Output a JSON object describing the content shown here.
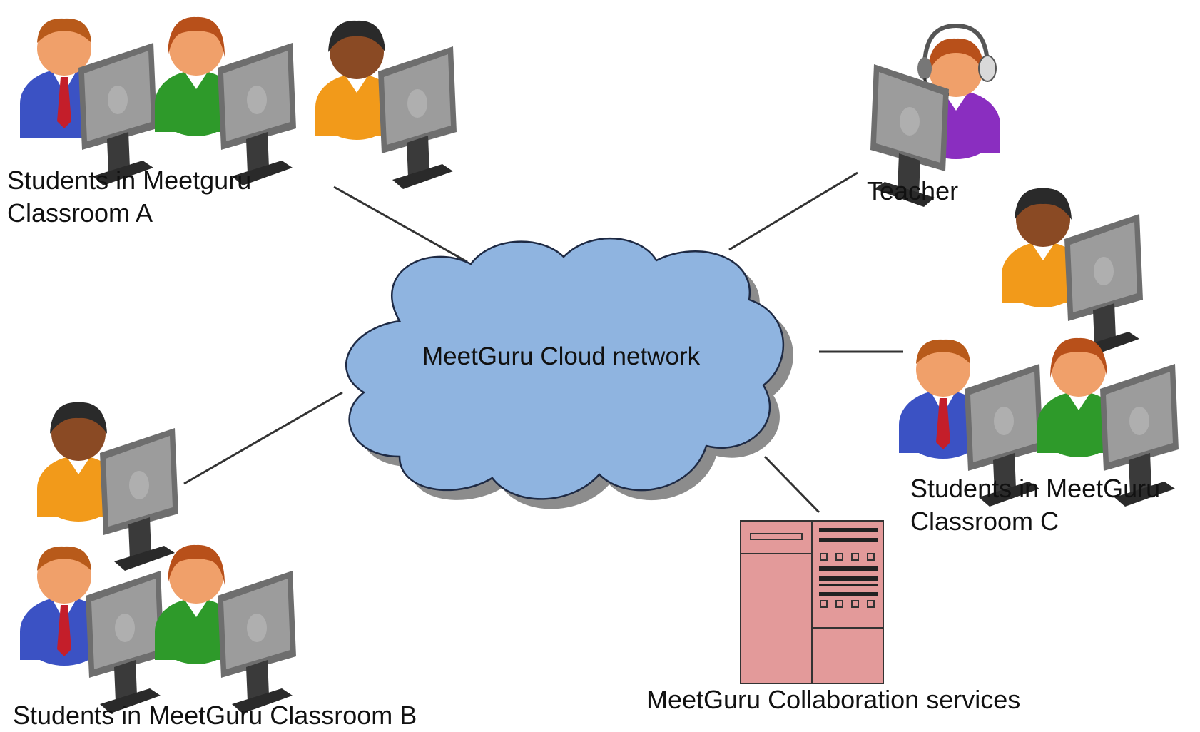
{
  "labels": {
    "classroom_a": [
      "Students in Meetguru",
      "Classroom A"
    ],
    "classroom_b": "Students in MeetGuru Classroom B",
    "classroom_c": [
      "Students in MeetGuru",
      "Classroom C"
    ],
    "teacher": "Teacher",
    "cloud": "MeetGuru Cloud network",
    "services": "MeetGuru Collaboration services"
  },
  "colors": {
    "cloud_fill": "#8fb4e0",
    "cloud_shadow": "#8c8c8c",
    "server_fill": "#e39a9a",
    "shirt_blue": "#3b52c4",
    "shirt_green": "#2e9a2a",
    "shirt_orange": "#f29a1a",
    "shirt_purple": "#8a2ec0",
    "monitor_gray": "#8e8e8e"
  },
  "icons": {
    "student": "user-at-computer-icon",
    "teacher": "user-with-headset-icon",
    "server": "server-rack-icon",
    "cloud": "cloud-icon"
  }
}
